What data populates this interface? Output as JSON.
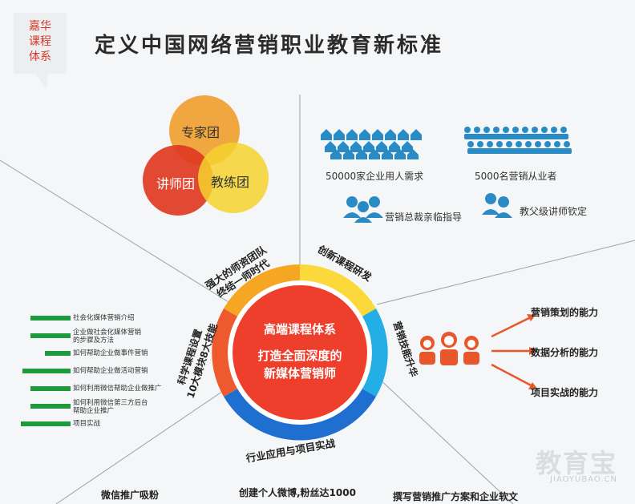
{
  "badge": {
    "text": "嘉华\n课程\n体系"
  },
  "title": "定义中国网络营销职业教育新标准",
  "venn": {
    "top": "专家团",
    "left": "讲师团",
    "right": "教练团"
  },
  "stats": {
    "demand": "50000家企业用人需求",
    "practitioners": "5000名营销从业者",
    "ceo": "营销总裁亲临指导",
    "mentor": "教父级讲师钦定"
  },
  "center": {
    "line1": "高端课程体系",
    "line2": "打造全面深度的",
    "line3": "新媒体营销师"
  },
  "ring": {
    "top_left": "强大的师资团队",
    "top_left2": "终结一师时代",
    "top_right": "创新课程研发",
    "right": "营销技能升华",
    "left": "科学课程设置",
    "left2": "10大模块8大技能",
    "bottom": "行业应用与项目实战"
  },
  "modules": [
    {
      "text": "社会化媒体营销介绍",
      "bar": 0.55
    },
    {
      "text": "企业做社会化媒体营销\n的步骤及方法",
      "bar": 0.55
    },
    {
      "text": "如何帮助企业做事件营销",
      "bar": 0.36
    },
    {
      "text": "如何帮助企业做活动营销",
      "bar": 0.7
    },
    {
      "text": "如何利用微信帮助企业做推广",
      "bar": 0.6
    },
    {
      "text": "如何利用微信第三方后台\n帮助企业推广",
      "bar": 0.55
    },
    {
      "text": "项目实战",
      "bar": 0.75
    }
  ],
  "abilities": [
    "营销策划的能力",
    "数据分析的能力",
    "项目实战的能力"
  ],
  "bottom": [
    "微信推广吸粉",
    "创建个人微博,粉丝达1000",
    "撰写营销推广方案和企业软文"
  ],
  "watermark": {
    "big": "教育宝",
    "small": "JIAOYUBAO.CN"
  },
  "colors": {
    "orange": "#f0a030",
    "yellow": "#f5d22e",
    "red": "#e8452c",
    "cyan": "#23aee5",
    "blue": "#1f6fd0",
    "green": "#1e9a3c"
  }
}
